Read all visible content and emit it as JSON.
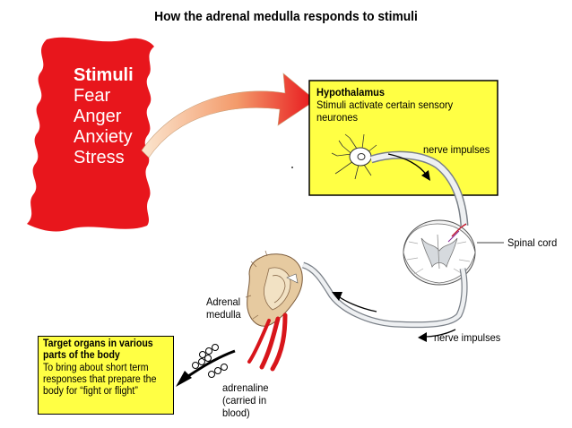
{
  "title": "How the adrenal medulla responds to stimuli",
  "stimuli": {
    "heading": "Stimuli",
    "items": [
      "Fear",
      "Anger",
      "Anxiety",
      "Stress"
    ]
  },
  "hypothalamus": {
    "title": "Hypothalamus",
    "description": "Stimuli activate certain sensory neurones"
  },
  "labels": {
    "nerve_impulses_top": "nerve impulses",
    "spinal_cord": "Spinal cord",
    "adrenal_medulla_line1": "Adrenal",
    "adrenal_medulla_line2": "medulla",
    "nerve_impulses_bottom": "nerve impulses",
    "adrenaline_line1": "adrenaline",
    "adrenaline_line2": "(carried in",
    "adrenaline_line3": "blood)"
  },
  "target": {
    "title": "Target organs in various parts of the body",
    "description": "To bring about short term responses that prepare the body for “fight or flight”"
  },
  "colors": {
    "stimuli_red": "#e8161c",
    "box_yellow": "#ffff44",
    "arrow_gradient_start": "#fbe3c8",
    "arrow_gradient_end": "#e8161c",
    "gland_tan": "#e6caa0",
    "vessel_red": "#d8151b"
  }
}
